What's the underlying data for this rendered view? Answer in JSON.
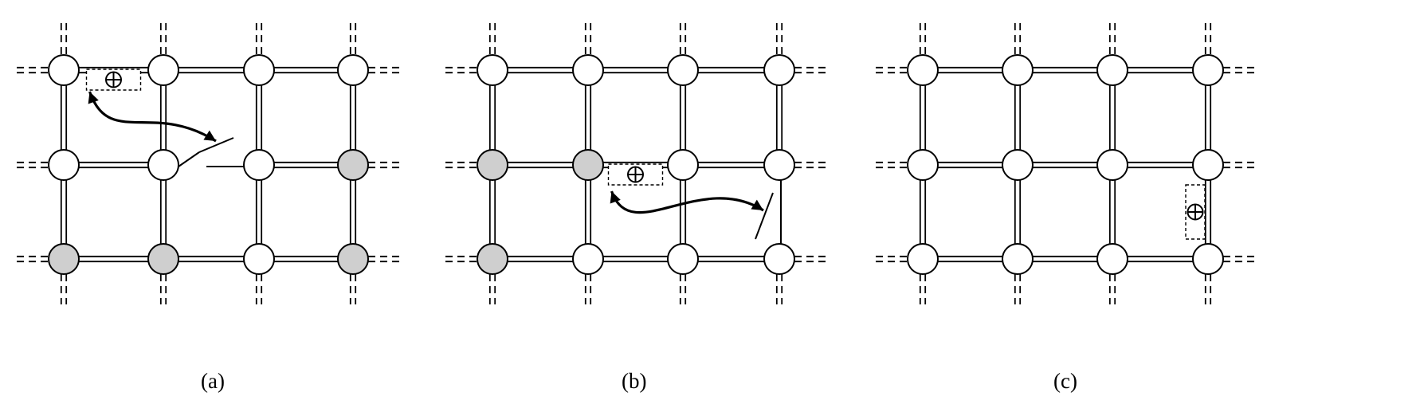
{
  "panels": [
    {
      "caption": "(a)",
      "shaded_atoms": [
        "r1c3",
        "r2c0",
        "r2c1",
        "r2c3"
      ],
      "hole": {
        "position": "horizontal bond between row 0 column 0 and column 1",
        "orientation": "horizontal"
      },
      "broken_bond": "horizontal bond between row 1 column 1 and column 2",
      "arrow": "hole to broken bond"
    },
    {
      "caption": "(b)",
      "shaded_atoms": [
        "r1c0",
        "r1c1",
        "r2c0"
      ],
      "hole": {
        "position": "horizontal bond between row 1 column 1 and column 2",
        "orientation": "horizontal"
      },
      "broken_bond": "vertical bond between row 1 column 3 and row 2 column 3",
      "arrow": "hole to broken bond"
    },
    {
      "caption": "(c)",
      "shaded_atoms": [],
      "hole": {
        "position": "vertical bond between row 1 column 3 and row 2 column 3",
        "orientation": "vertical"
      },
      "broken_bond": "",
      "arrow": ""
    }
  ],
  "hole_symbol": "⊕",
  "colors": {
    "line": "#000000",
    "atom_fill": "#ffffff",
    "shaded_atom_fill": "#cfcfcf",
    "background": "#ffffff"
  }
}
